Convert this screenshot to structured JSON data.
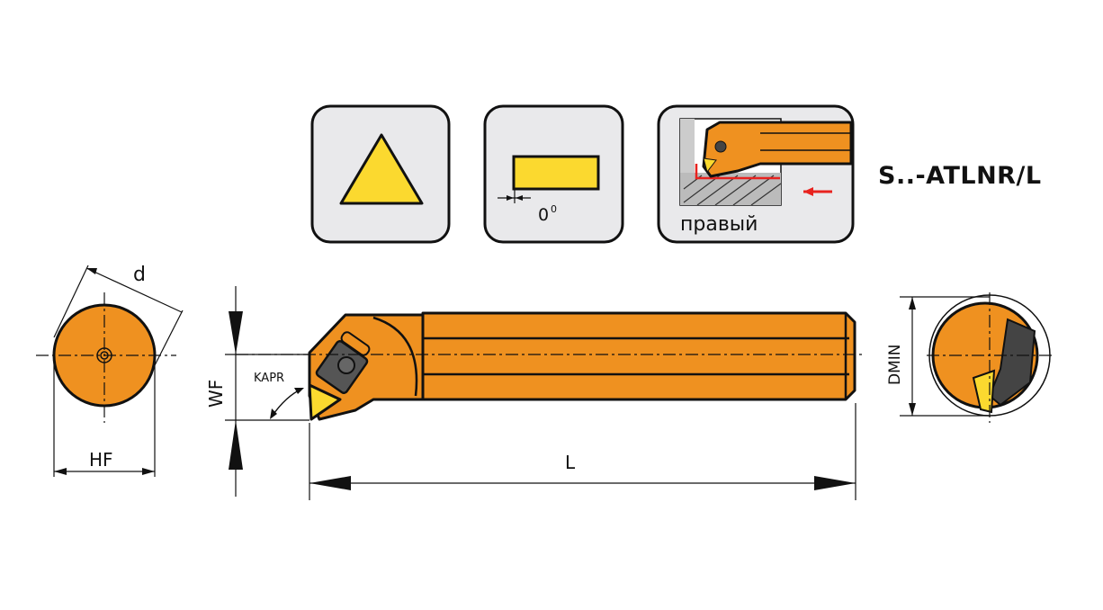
{
  "title": "S..-ATLNR/L",
  "icons": {
    "insert_shape": "triangle",
    "clearance_angle": {
      "value": "0",
      "unit": "0"
    },
    "hand": {
      "label": "правый"
    }
  },
  "dimensions": {
    "d": "d",
    "hf": "HF",
    "wf": "WF",
    "kapr": "KAPR",
    "l": "L",
    "dmin": "DMIN"
  },
  "colors": {
    "body": "#ef9120",
    "insert": "#fbd92f",
    "panel": "#e9e9eb",
    "arrow": "#e8231f"
  }
}
